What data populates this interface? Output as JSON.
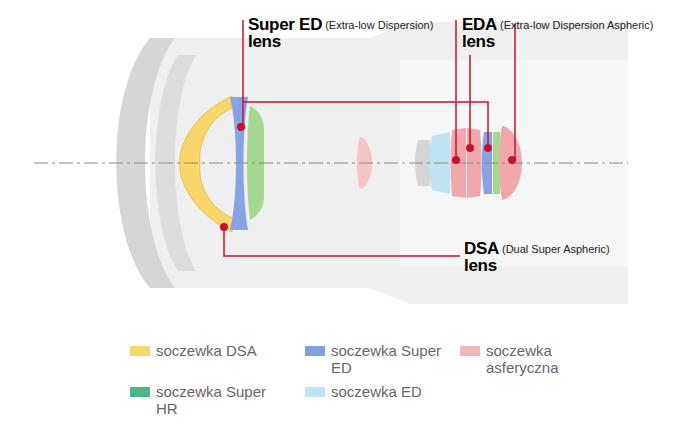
{
  "diagram": {
    "labels": [
      "Super ED",
      "(Extra-low Dispersion)",
      "lens",
      "EDA",
      "(Extra-low Dispersion Aspheric)",
      "lens",
      "DSA",
      "(Dual Super Aspheric)",
      "lens"
    ],
    "legend": [
      {
        "text": "soczewka DSA",
        "color": "#f7d86b"
      },
      {
        "text": "soczewka Super ED",
        "color": "#7f9fe3"
      },
      {
        "text": "soczewka asferyczna",
        "color": "#f4b6b9"
      },
      {
        "text": "soczewka Super HR",
        "color": "#4db686"
      },
      {
        "text": "soczewka ED",
        "color": "#bde4f2"
      }
    ]
  }
}
